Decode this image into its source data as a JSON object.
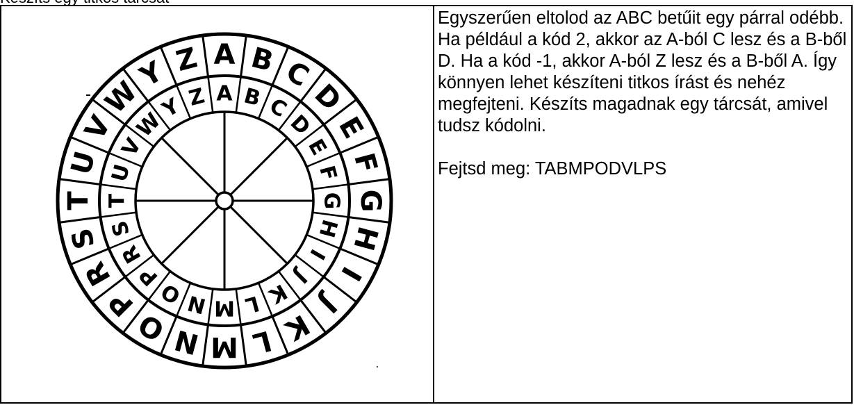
{
  "header_fragment": "Készíts egy titkos tárcsát",
  "cipher_wheel": {
    "outer_letters": [
      "A",
      "B",
      "C",
      "D",
      "E",
      "F",
      "G",
      "H",
      "I",
      "J",
      "K",
      "L",
      "M",
      "N",
      "O",
      "P",
      "R",
      "S",
      "T",
      "U",
      "V",
      "W",
      "Y",
      "Z"
    ],
    "inner_letters": [
      "A",
      "B",
      "C",
      "D",
      "E",
      "F",
      "G",
      "H",
      "I",
      "J",
      "K",
      "L",
      "M",
      "N",
      "O",
      "P",
      "R",
      "S",
      "T",
      "U",
      "V",
      "W",
      "Y",
      "Z"
    ]
  },
  "instructions": {
    "paragraph": "Egyszerűen eltolod az ABC betűit egy párral odébb. Ha például a kód 2, akkor az A-ból C lesz és a B-ből D. Ha a kód -1, akkor A-ból Z lesz és a B-ből A. Így könnyen lehet készíteni titkos írást és nehéz megfejteni. Készíts magadnak egy tárcsát, amivel tudsz kódolni.",
    "puzzle": "Fejtsd meg: TABMPODVLPS"
  }
}
